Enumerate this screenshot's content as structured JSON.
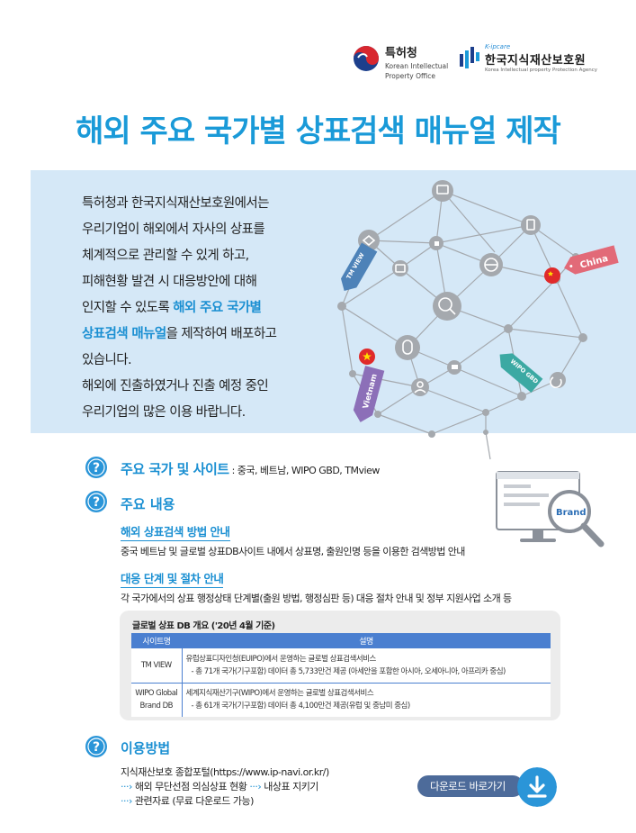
{
  "header": {
    "kipo_name_ko": "특허청",
    "kipo_name_en_1": "Korean Intellectual",
    "kipo_name_en_2": "Property Office",
    "kipa_small": "K-ipcare",
    "kipa_name_ko": "한국지식재산보호원",
    "kipa_name_en": "Korea Intellectual property Protection Agency"
  },
  "title": "해외 주요 국가별 상표검색 매뉴얼 제작",
  "intro": {
    "lines": [
      "특허청과 한국지식재산보호원에서는",
      "우리기업이 해외에서 자사의 상표를",
      "체계적으로 관리할 수 있게 하고,",
      "피해현황 발견 시 대응방안에 대해"
    ],
    "line5_pre": "인지할 수 있도록 ",
    "line5_hl": "해외 주요 국가별",
    "line6_hl": "상표검색 매뉴얼",
    "line6_post": "을 제작하여 배포하고",
    "line7": "있습니다.",
    "line8": "해외에 진출하였거나 진출 예정 중인",
    "line9": "우리기업의 많은 이용 바랍니다."
  },
  "tags": {
    "china": "China",
    "tmview": "TM VIEW",
    "wipo": "WIPO GBD",
    "vietnam": "Vietnam"
  },
  "sites": {
    "title": "주요 국가 및 사이트",
    "desc": " : 중국, 베트남, WIPO GBD, TMview"
  },
  "content": {
    "title": "주요 내용",
    "item1_title": "해외 상표검색 방법 안내",
    "item1_desc": "중국 베트남 및 글로벌 상표DB사이트 내에서 상표명, 출원인명 등을 이용한 검색방법 안내",
    "item2_title": "대응 단계 및 절차 안내",
    "item2_desc": "각 국가에서의 상표 행정상태 단계별(출원 방법, 행정심판 등) 대응 절차 안내 및 정부 지원사업 소개 등"
  },
  "monitor_label": "Brand",
  "table": {
    "title": "글로벌 상표 DB 개요 ('20년 4월 기준)",
    "headers": [
      "사이트명",
      "설명"
    ],
    "rows": [
      {
        "site": "TM VIEW",
        "line1": "유럽상표디자인청(EUIPO)에서 운영하는 글로벌 상표검색서비스",
        "line2": "- 총 71개 국가(기구포함) 데이터 총 5,733만건 제공 (아세안을 포함한 아시아, 오세아니아, 아프리카 중심)"
      },
      {
        "site1": "WIPO Global",
        "site2": "Brand DB",
        "line1": "세계지식재산기구(WIPO)에서 운영하는 글로벌 상표검색서비스",
        "line2": "- 총 61개 국가(기구포함) 데이터 총 4,100만건 제공(유럽 및 중남미 중심)"
      }
    ]
  },
  "usage": {
    "title": "이용방법",
    "line1": "지식재산보호 종합포털(https://www.ip-navi.or.kr/)",
    "arrow": "···›",
    "line2a": " 해외 무단선점 의심상표 현황 ",
    "line2b": " 내상표 지키기",
    "line3": " 관련자료 (무료 다운로드 가능)"
  },
  "download_label": "다운로드 바로가기",
  "colors": {
    "accent": "#1a8fd2",
    "band": "#d5e8f7",
    "button": "#4d6b9a"
  }
}
